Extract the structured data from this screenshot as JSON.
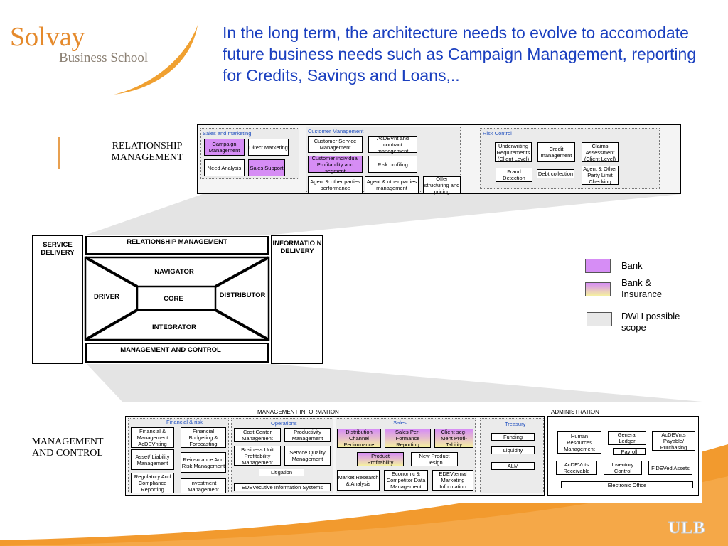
{
  "logo": {
    "name": "Solvay",
    "sub": "Business School",
    "ulb": "ULB"
  },
  "title": "In the long term, the architecture needs to evolve to accomodate future business needs such as Campaign Management, reporting for Credits, Savings and Loans,..",
  "labels": {
    "rm": "RELATIONSHIP MANAGEMENT",
    "mc": "MANAGEMENT AND CONTROL"
  },
  "top": {
    "sales_marketing": "Sales and marketing",
    "campaign": "Campaign Management",
    "direct": "Direct Marketing",
    "need": "Need Analysis",
    "sales_support": "Sales Support",
    "customer_mgmt": "Customer Management",
    "csm": "Customer Service Management",
    "acdevnt": "AcDEVnt and contract management",
    "cust_prof": "Customer individual Profitability and segment",
    "risk_prof": "Risk profiling",
    "agent_perf": "Agent & other parties performance",
    "agent_mgmt": "Agent & other parties management",
    "offer": "Offer structuring and pricing",
    "risk_control": "Risk Control",
    "uw": "Underwriting Requirements (Client Level)",
    "credit": "Credit management",
    "claims": "Claims Assessment (Client Level)",
    "fraud": "Fraud Detection",
    "debt": "Debt collection",
    "agent_limit": "Agent & Other Party Limit Checking"
  },
  "arch": {
    "service": "SERVICE DELIVERY",
    "rm": "RELATIONSHIP MANAGEMENT",
    "info": "INFORMATIO N DELIVERY",
    "navigator": "NAVIGATOR",
    "driver": "DRIVER",
    "core": "CORE",
    "distributor": "DISTRIBUTOR",
    "integrator": "INTEGRATOR",
    "mc": "MANAGEMENT AND CONTROL"
  },
  "legend": {
    "bank": "Bank",
    "bankins": "Bank & Insurance",
    "dwh": "DWH possible scope",
    "colors": {
      "bank": "#d68df5",
      "ins": "#f5f0a0",
      "dwh": "#e8e8e8"
    }
  },
  "bottom": {
    "mi": "MANAGEMENT INFORMATION",
    "admin": "ADMINISTRATION",
    "fin_risk": "Financial & risk",
    "fin_mgmt": "Financial & Management AcDEVnting",
    "fin_budget": "Financial Budgeting & Forecasting",
    "alm_mgmt": "Asset/ Liability Management",
    "reins": "Reinsurance And Risk Management",
    "reg": "Regulatory And Compliance Reporting",
    "inv": "Investment Management",
    "operations": "Operations",
    "cost": "Cost Center Management",
    "prod": "Productivity Management",
    "bu": "Business Unit Profitability Management",
    "sqm": "Service Quality Management",
    "litig": "Litigation",
    "edev": "EDEVecutive Information Systems",
    "sales": "Sales",
    "dist": "Distribution Channel Performance",
    "salesperf": "Sales Per- Formance Reporting",
    "clientseg": "Client seg- Ment Profi- Tability",
    "prodprof": "Product Profitability",
    "newprod": "New Product Design",
    "market": "Market Research & Analysis",
    "econ": "Economic & Competitor Data Management",
    "extmkt": "EDEVternal Marketing Information",
    "treasury": "Treasury",
    "funding": "Funding",
    "liquidity": "Liquidity",
    "alm": "ALM",
    "hr": "Human Resources Management",
    "gl": "General Ledger",
    "payable": "AcDEVnts Payable/ Purchasing",
    "payroll": "Payroll",
    "recv": "AcDEVnts Receivable",
    "invc": "Inventory Control",
    "fixed": "FiDEVed Assets",
    "office": "Electronic Office"
  }
}
